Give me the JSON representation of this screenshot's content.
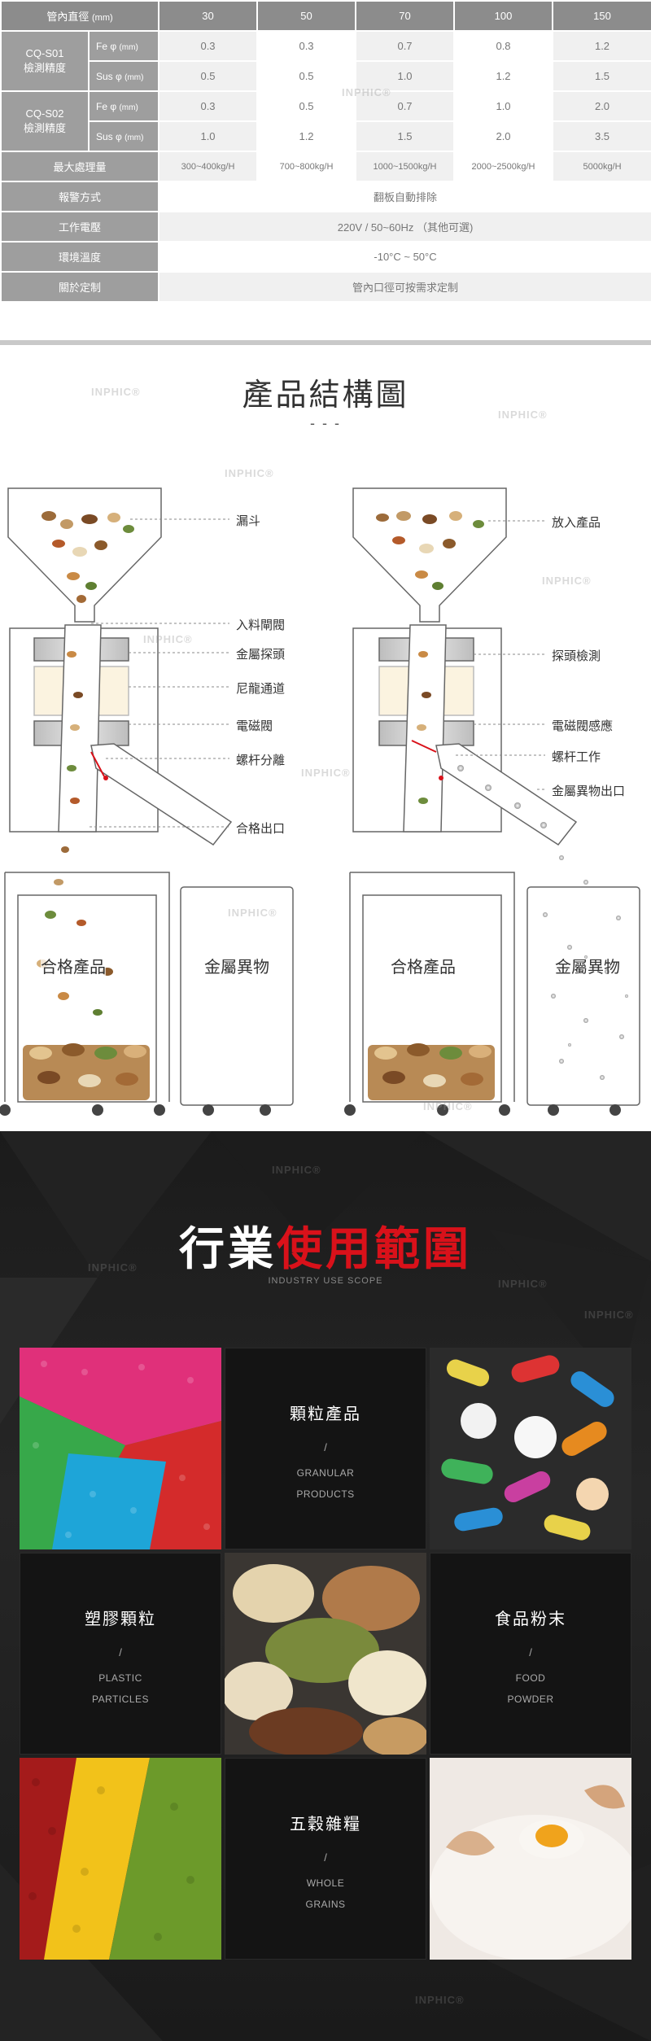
{
  "spec_table": {
    "header": {
      "label": "管內直徑",
      "unit": "(mm)",
      "sizes": [
        "30",
        "50",
        "70",
        "100",
        "150"
      ]
    },
    "models": [
      {
        "name": "CQ-S01",
        "label": "檢測精度",
        "rows": [
          {
            "metal": "Fe φ",
            "unit": "(mm)",
            "values": [
              "0.3",
              "0.3",
              "0.7",
              "0.8",
              "1.2"
            ]
          },
          {
            "metal": "Sus φ",
            "unit": "(mm)",
            "values": [
              "0.5",
              "0.5",
              "1.0",
              "1.2",
              "1.5"
            ]
          }
        ]
      },
      {
        "name": "CQ-S02",
        "label": "檢測精度",
        "rows": [
          {
            "metal": "Fe φ",
            "unit": "(mm)",
            "values": [
              "0.3",
              "0.5",
              "0.7",
              "1.0",
              "2.0"
            ]
          },
          {
            "metal": "Sus φ",
            "unit": "(mm)",
            "values": [
              "1.0",
              "1.2",
              "1.5",
              "2.0",
              "3.5"
            ]
          }
        ]
      }
    ],
    "capacity": {
      "label": "最大處理量",
      "values": [
        "300~400kg/H",
        "700~800kg/H",
        "1000~1500kg/H",
        "2000~2500kg/H",
        "5000kg/H"
      ]
    },
    "merged_rows": [
      {
        "label": "報警方式",
        "value": "翻板自動排除"
      },
      {
        "label": "工作電壓",
        "value": "220V / 50~60Hz （其他可選)"
      },
      {
        "label": "環境溫度",
        "value": "-10°C ~ 50°C"
      },
      {
        "label": "關於定制",
        "value": "管內口徑可按需求定制"
      }
    ]
  },
  "structure": {
    "title": "產品結構圖",
    "dash": "- - -",
    "left_labels": [
      "漏斗",
      "入料閘閥",
      "金屬探頭",
      "尼龍通道",
      "電磁閥",
      "螺杆分離",
      "合格出口"
    ],
    "right_labels": [
      "放入產品",
      "探頭檢測",
      "電磁閥感應",
      "螺杆工作",
      "金屬異物出口"
    ],
    "bins": {
      "qualified": "合格產品",
      "foreign": "金屬異物"
    }
  },
  "industry": {
    "title_white": "行業",
    "title_red": "使用範圍",
    "subtitle": "INDUSTRY USE SCOPE",
    "categories": [
      {
        "cn": "顆粒產品",
        "slash": "/",
        "en1": "GRANULAR",
        "en2": "PRODUCTS"
      },
      {
        "cn": "塑膠顆粒",
        "slash": "/",
        "en1": "PLASTIC",
        "en2": "PARTICLES"
      },
      {
        "cn": "食品粉末",
        "slash": "/",
        "en1": "FOOD",
        "en2": "POWDER"
      },
      {
        "cn": "五穀雜糧",
        "slash": "/",
        "en1": "WHOLE",
        "en2": "GRAINS"
      }
    ],
    "images": [
      "plastic-pellets-photo",
      "pills-capsules-photo",
      "nuts-seeds-photo",
      "colored-beans-photo",
      "flour-egg-photo"
    ]
  },
  "watermark": "INPHIC®",
  "colors": {
    "table_header": "#8c8c8c",
    "table_label": "#9e9e9e",
    "accent_red": "#d9111a",
    "dark_bg": "#1e1e1e"
  }
}
